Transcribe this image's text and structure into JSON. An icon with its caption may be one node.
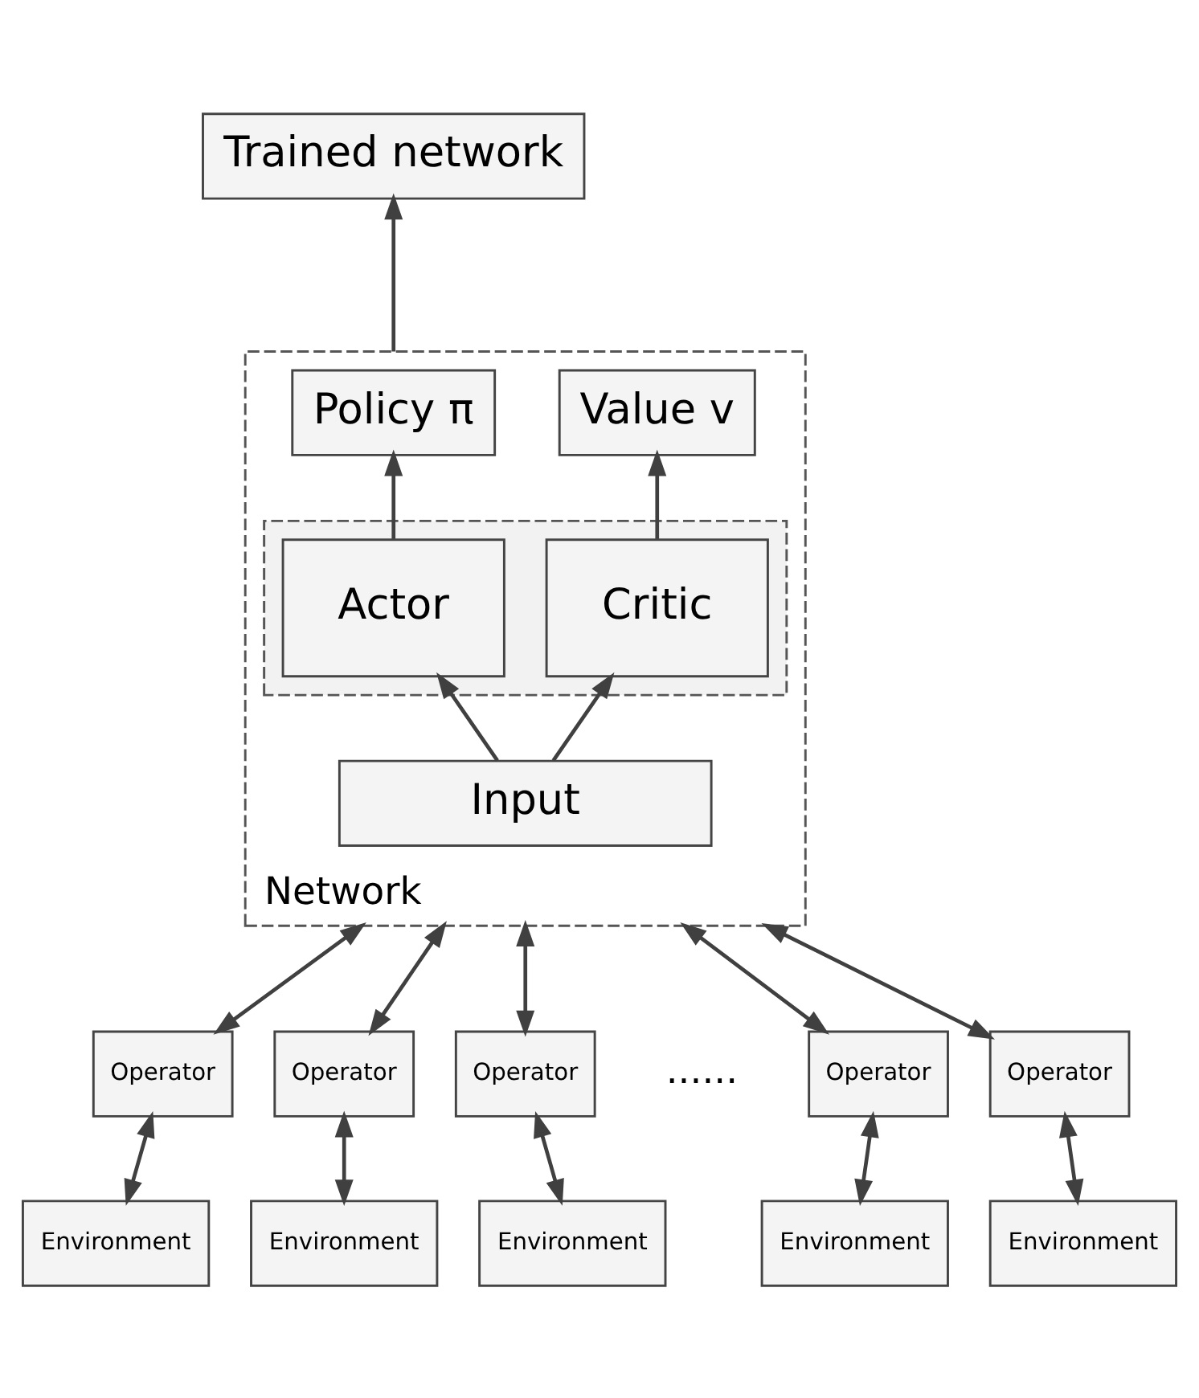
{
  "diagram": {
    "nodes": [
      {
        "text": [
          "Trained network"
        ]
      },
      {
        "text": [
          "Network"
        ]
      },
      {
        "text": [
          "Policy π"
        ],
        "in": 1
      },
      {
        "text": [
          "Value v"
        ],
        "in": 1
      },
      {
        "text": [],
        "shape": "box",
        "in": 1
      },
      {
        "text": [
          "Actor"
        ],
        "in": 4
      },
      {
        "text": [
          "Critic"
        ],
        "in": 4
      },
      {
        "text": [
          "Input"
        ],
        "in": 1
      },
      {
        "text": [
          "Operator"
        ]
      },
      {
        "text": [
          "Operator"
        ]
      },
      {
        "text": [
          "Operator"
        ]
      },
      {
        "text": [
          "Operator"
        ]
      },
      {
        "text": [
          "Operator"
        ]
      },
      {
        "text": [
          "Environment"
        ]
      },
      {
        "text": [
          "Environment"
        ]
      },
      {
        "text": [
          "Environment"
        ]
      },
      {
        "text": [
          "Environment"
        ]
      },
      {
        "text": [
          "Environment"
        ]
      }
    ],
    "edges": [
      {
        "from": 1,
        "to": 0,
        "arrow": "to"
      },
      {
        "from": 5,
        "to": 2,
        "arrow": "to"
      },
      {
        "from": 6,
        "to": 3,
        "arrow": "to"
      },
      {
        "from": 7,
        "to": 5,
        "arrow": "to"
      },
      {
        "from": 7,
        "to": 6,
        "arrow": "to"
      },
      {
        "from": 1,
        "to": 8,
        "arrow": "both"
      },
      {
        "from": 1,
        "to": 9,
        "arrow": "both"
      },
      {
        "from": 1,
        "to": 10,
        "arrow": "both"
      },
      {
        "from": 1,
        "to": 11,
        "arrow": "both"
      },
      {
        "from": 1,
        "to": 12,
        "arrow": "both"
      },
      {
        "from": 8,
        "to": 13,
        "arrow": "both"
      },
      {
        "from": 9,
        "to": 14,
        "arrow": "both"
      },
      {
        "from": 10,
        "to": 15,
        "arrow": "both"
      },
      {
        "from": 11,
        "to": 16,
        "arrow": "both"
      },
      {
        "from": 12,
        "to": 17,
        "arrow": "both"
      }
    ],
    "labels": [
      "......"
    ]
  }
}
